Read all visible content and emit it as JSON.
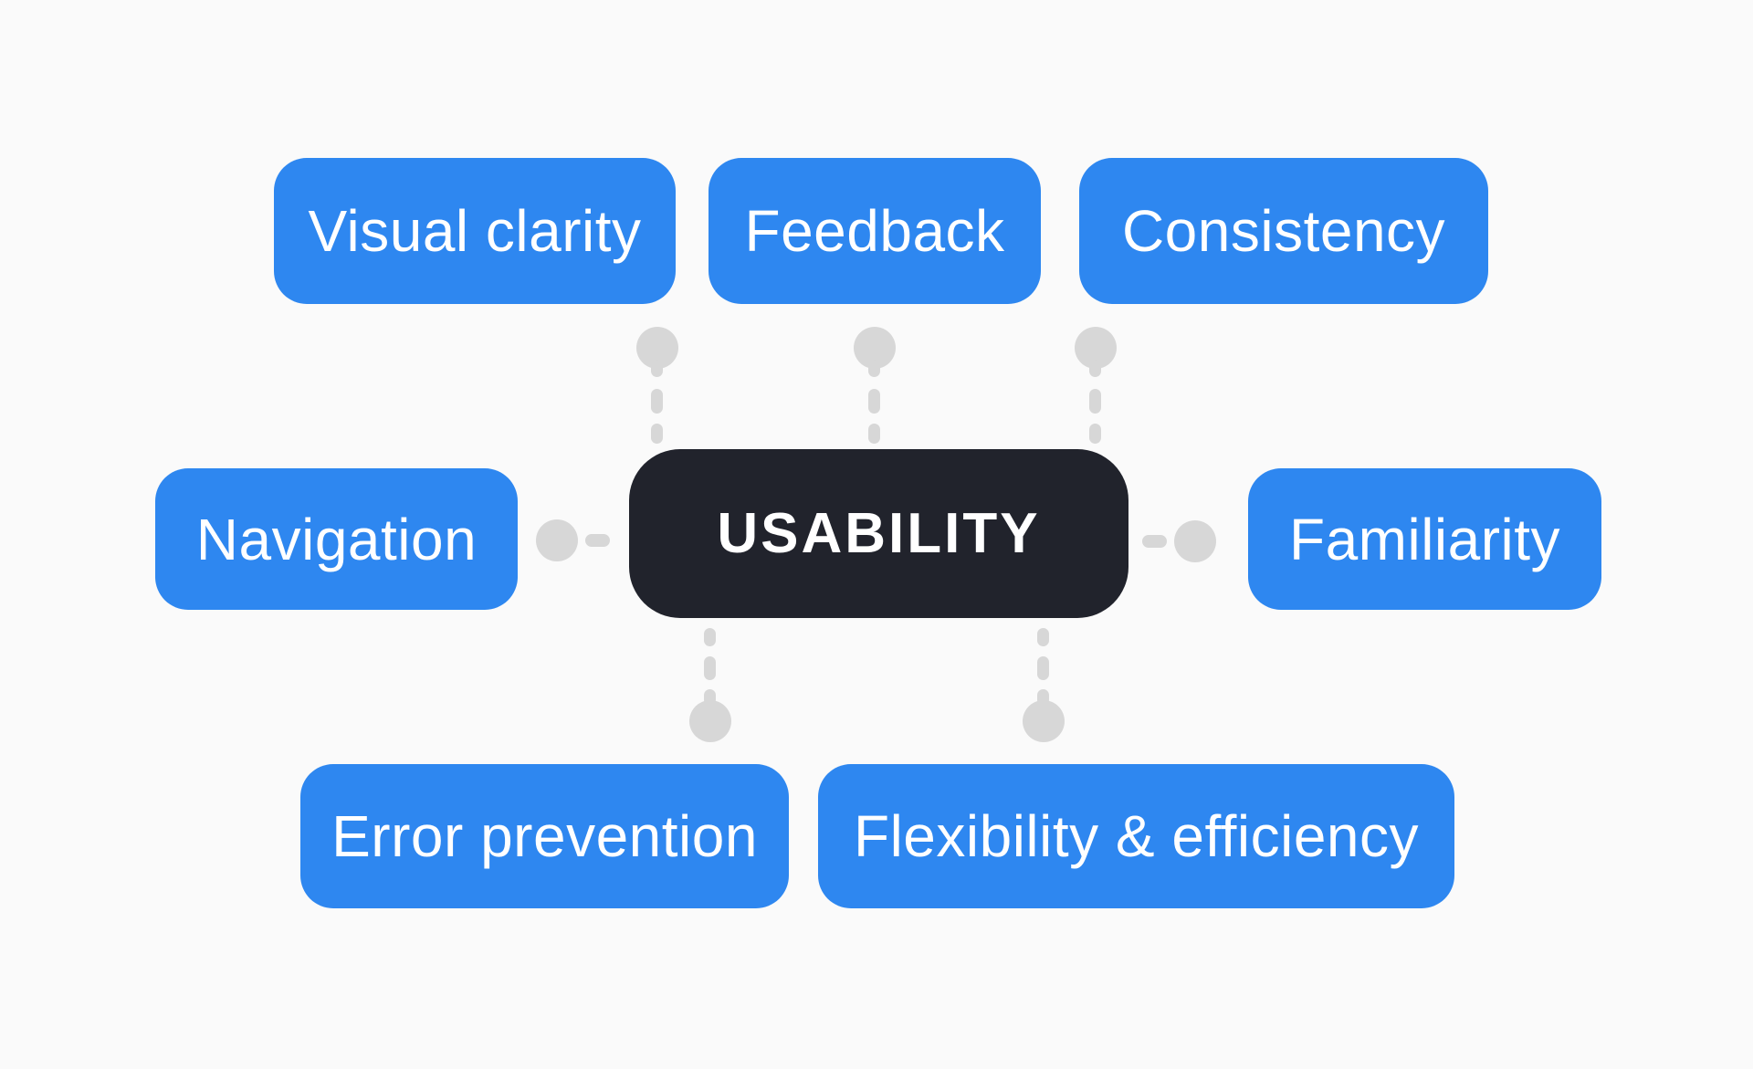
{
  "diagram": {
    "center": {
      "label": "USABILITY"
    },
    "nodes": {
      "visual_clarity": {
        "label": "Visual clarity"
      },
      "feedback": {
        "label": "Feedback"
      },
      "consistency": {
        "label": "Consistency"
      },
      "navigation": {
        "label": "Navigation"
      },
      "familiarity": {
        "label": "Familiarity"
      },
      "error_prevention": {
        "label": "Error prevention"
      },
      "flexibility_efficiency": {
        "label": "Flexibility & efficiency"
      }
    }
  },
  "colors": {
    "node_blue": "#2e87f0",
    "center_dark": "#21232c",
    "connector_gray": "#d7d7d7",
    "background": "#fafafa",
    "text_white": "#ffffff"
  }
}
